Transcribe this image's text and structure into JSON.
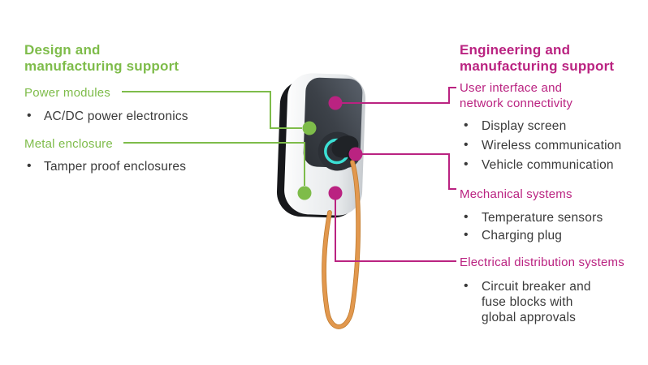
{
  "theme": {
    "green": "#7ebc4a",
    "magenta": "#ba2381",
    "teal": "#3bdfd4",
    "orange": "#e2984e",
    "text_dark": "#3a3a3a"
  },
  "left_panel": {
    "heading": "Design and\nmanufacturing support",
    "sections": [
      {
        "label": "Power modules",
        "items": [
          "AC/DC power electronics"
        ]
      },
      {
        "label": "Metal enclosure",
        "items": [
          "Tamper proof enclosures"
        ]
      }
    ]
  },
  "right_panel": {
    "heading": "Engineering and\nmanufacturing support",
    "sections": [
      {
        "label": "User interface and\nnetwork connectivity",
        "items": [
          "Display screen",
          "Wireless communication",
          "Vehicle communication"
        ]
      },
      {
        "label": "Mechanical systems",
        "items": [
          "Temperature sensors",
          "Charging plug"
        ]
      },
      {
        "label": "Electrical distribution systems",
        "items": [
          "Circuit breaker and\nfuse blocks with\nglobal approvals"
        ]
      }
    ]
  }
}
